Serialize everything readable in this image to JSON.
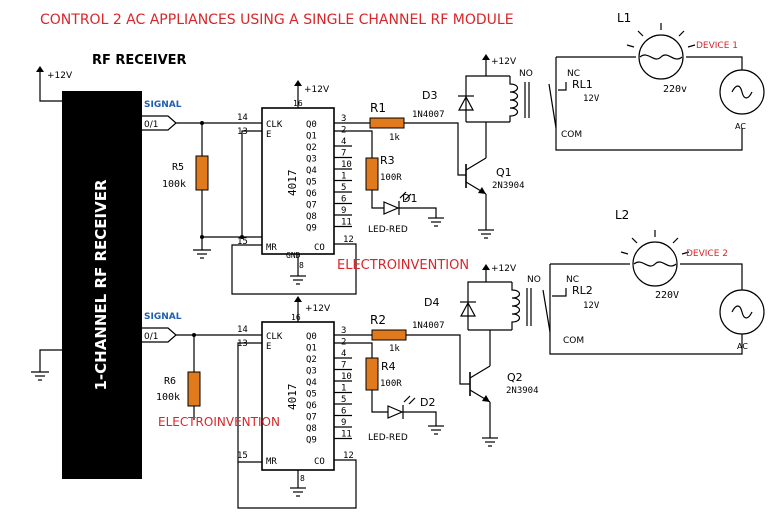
{
  "title": "CONTROL 2 AC APPLIANCES USING A SINGLE CHANNEL RF MODULE",
  "rf_receiver_label": "RF RECEIVER",
  "module_label": "1-CHANNEL RF RECEIVER",
  "supply": "+12V",
  "signal": "SIGNAL",
  "signal_level": "0/1",
  "watermark": "ELECTROINVENTION",
  "ic_name": "4017",
  "ic_pins": {
    "clk": "CLK",
    "e": "E",
    "mr": "MR",
    "gnd": "GND",
    "co": "CO",
    "outputs": [
      "Q0",
      "Q1",
      "Q2",
      "Q3",
      "Q4",
      "Q5",
      "Q6",
      "Q7",
      "Q8",
      "Q9"
    ],
    "right_nums": [
      "3",
      "2",
      "4",
      "7",
      "10",
      "1",
      "5",
      "6",
      "9",
      "11"
    ],
    "n14": "14",
    "n13": "13",
    "n15": "15",
    "n16": "16",
    "n8": "8",
    "n12": "12"
  },
  "stage1": {
    "input_res": "R5",
    "input_res_val": "100k",
    "base_res": "R1",
    "base_res_val": "1k",
    "led_res": "R3",
    "led_res_val": "100R",
    "led": "D1",
    "led_color": "LED-RED",
    "diode": "D3",
    "diode_part": "1N4007",
    "transistor": "Q1",
    "transistor_part": "2N3904",
    "relay": "RL1",
    "relay_v": "12V",
    "no": "NO",
    "nc": "NC",
    "com": "COM",
    "lamp": "L1",
    "device": "DEVICE 1",
    "lamp_v": "220v",
    "ac": "AC"
  },
  "stage2": {
    "input_res": "R6",
    "input_res_val": "100k",
    "base_res": "R2",
    "base_res_val": "1k",
    "led_res": "R4",
    "led_res_val": "100R",
    "led": "D2",
    "led_color": "LED-RED",
    "diode": "D4",
    "diode_part": "1N4007",
    "transistor": "Q2",
    "transistor_part": "2N3904",
    "relay": "RL2",
    "relay_v": "12V",
    "no": "NO",
    "nc": "NC",
    "com": "COM",
    "lamp": "L2",
    "device": "DEVICE 2",
    "lamp_v": "220V",
    "ac": "AC"
  },
  "colors": {
    "title_red": "#d8262a",
    "signal_blue": "#1f5fb0",
    "resistor_orange": "#e07a1c"
  }
}
